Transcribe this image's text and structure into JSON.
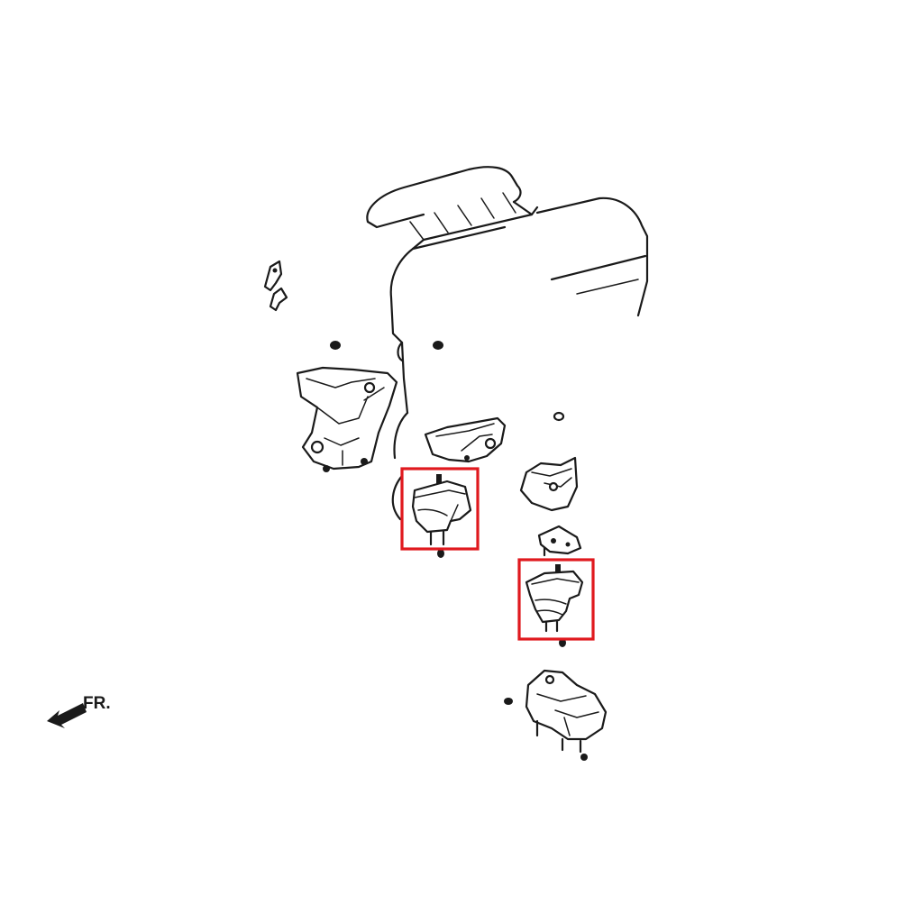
{
  "direction_marker": {
    "label": "FR.",
    "icon": "front-direction-arrow-icon"
  },
  "highlight_color": "#e0191e",
  "highlighted_parts": [
    "front-engine-mount",
    "rear-engine-mount"
  ]
}
